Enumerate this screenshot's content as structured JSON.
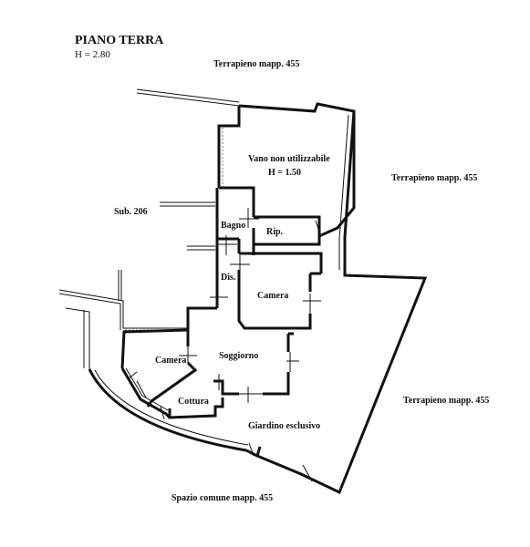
{
  "header": {
    "title": "PIANO TERRA",
    "height": "H = 2.80"
  },
  "labels": {
    "terrapieno_top": "Terrapieno mapp. 455",
    "terrapieno_right": "Terrapieno mapp. 455",
    "terrapieno_bottom": "Terrapieno mapp. 455",
    "sub": "Sub. 206",
    "vano_line1": "Vano non utilizzabile",
    "vano_line2": "H = 1.50",
    "bagno": "Bagno",
    "rip": "Rip.",
    "dis": "Dis.",
    "camera_1": "Camera",
    "camera_2": "Camera",
    "soggiorno": "Soggiorno",
    "cottura": "Cottura",
    "giardino": "Giardino esclusivo",
    "spazio": "Spazio comune mapp. 455"
  }
}
